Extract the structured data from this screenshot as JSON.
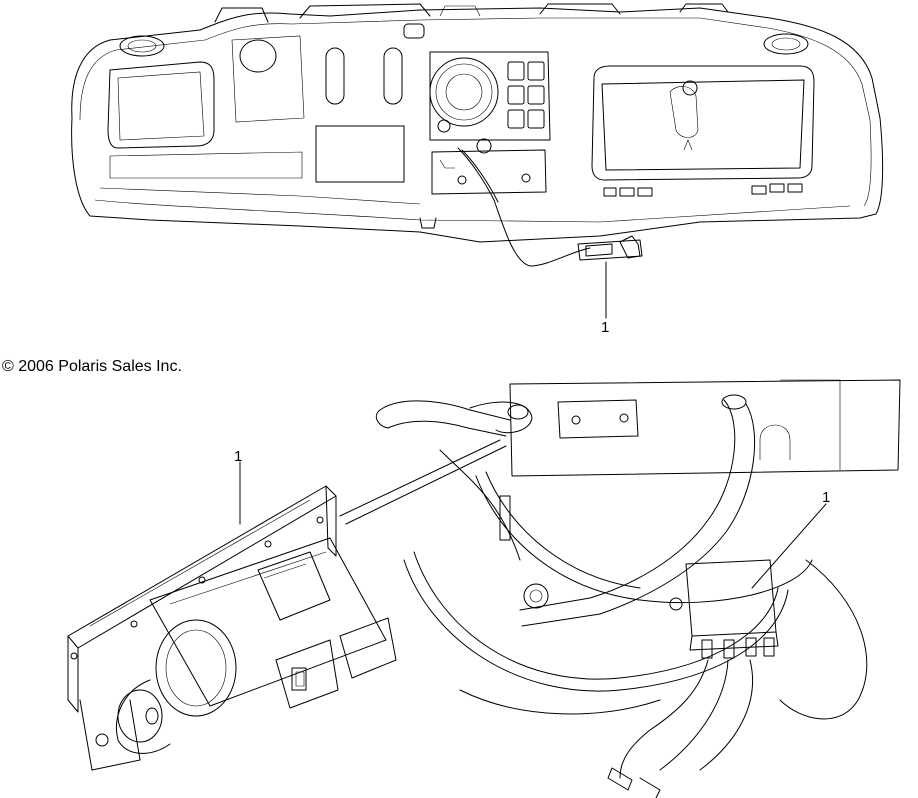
{
  "copyright": "© 2006 Polaris Sales Inc.",
  "callouts": {
    "dash_meter": "1",
    "meter_closeup": "1",
    "module": "1"
  }
}
